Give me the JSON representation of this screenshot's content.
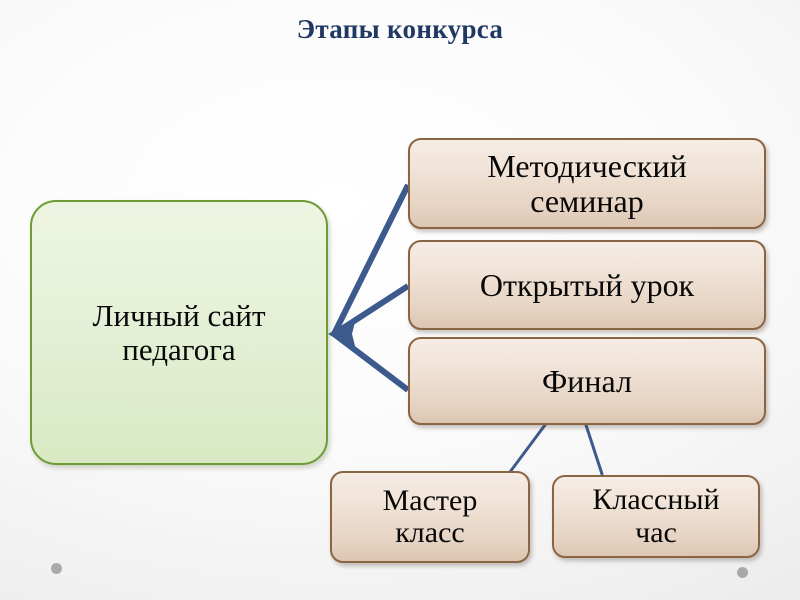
{
  "slide": {
    "title": "Этапы конкурса",
    "title_color": "#1f3864",
    "background_color": "#f2f2f2"
  },
  "diagram": {
    "type": "hierarchy",
    "node_colors": {
      "root_fill": "#e6f1d8",
      "root_border": "#6d9b36",
      "stage_fill": "#f0e2d6",
      "stage_border": "#8a6543",
      "connector": "#3c5a8c"
    },
    "nodes": [
      {
        "id": "main",
        "label": "Личный сайт\nпедагога",
        "style": "green"
      },
      {
        "id": "sem",
        "label": "Методический\nсеминар",
        "style": "tan"
      },
      {
        "id": "lesson",
        "label": "Открытый урок",
        "style": "tan"
      },
      {
        "id": "final",
        "label": "Финал",
        "style": "tan"
      },
      {
        "id": "master",
        "label": "Мастер\nкласс",
        "style": "tan"
      },
      {
        "id": "hour",
        "label": "Классный\nчас",
        "style": "tan"
      }
    ],
    "edges": [
      {
        "from": "sem",
        "to": "main",
        "arrow": true
      },
      {
        "from": "lesson",
        "to": "main",
        "arrow": true
      },
      {
        "from": "final",
        "to": "main",
        "arrow": true
      },
      {
        "from": "final",
        "to": "master",
        "arrow": false
      },
      {
        "from": "final",
        "to": "hour",
        "arrow": false
      }
    ]
  },
  "decoration": {
    "dot_left": "dot",
    "dot_right": "dot"
  }
}
